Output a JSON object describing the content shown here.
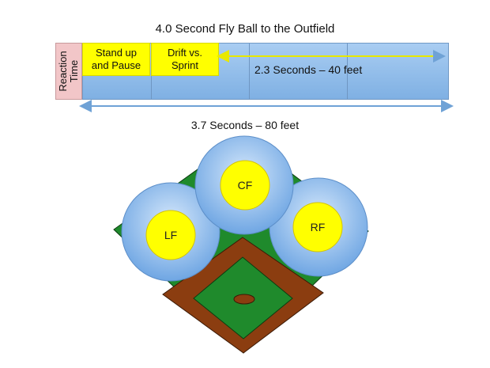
{
  "title": "4.0  Second Fly Ball to the Outfield",
  "timeline": {
    "reaction_label_line1": "Reaction",
    "reaction_label_line2": "Time",
    "phase1_line1": "Stand up",
    "phase1_line2": "and Pause",
    "phase2_line1": "Drift vs.",
    "phase2_line2": "Sprint",
    "sprint_label": "2.3 Seconds – 40 feet"
  },
  "total_label": "3.7 Seconds – 80 feet",
  "positions": {
    "lf": "LF",
    "cf": "CF",
    "rf": "RF"
  },
  "colors": {
    "reaction": "#f2c6c8",
    "bar": "#8fbbe8",
    "highlight": "#ffff00",
    "arrow": "#6fa2d6",
    "grass": "#1f8a2c",
    "dirt": "#8b3d10",
    "circle": "#8ab9ec"
  }
}
